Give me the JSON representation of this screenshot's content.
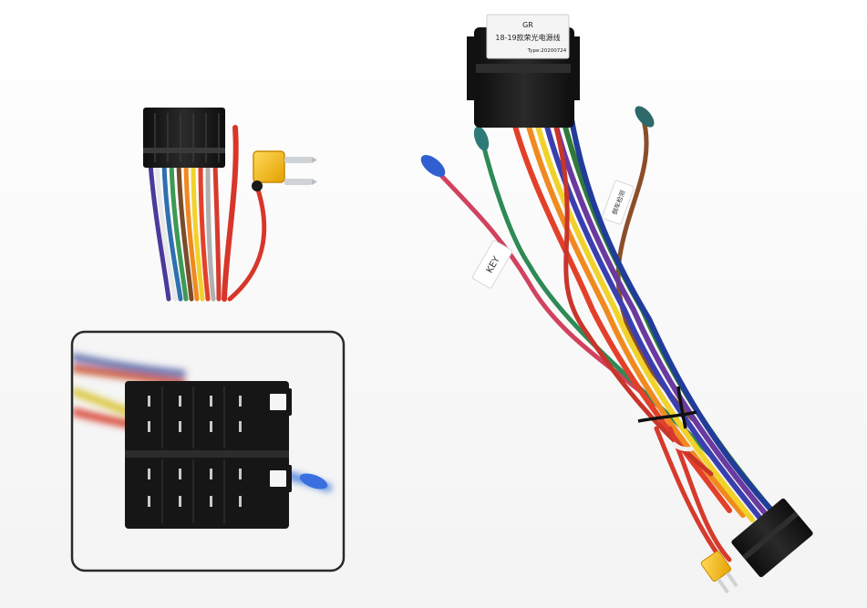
{
  "photo": {
    "subject": "car-stereo-wiring-harness",
    "background_color": "#fafafa",
    "connector_color": "#141414",
    "fuse_color": "#f2b500",
    "inset_border_color": "#2a2a2a"
  },
  "header_label": {
    "line1": "GR",
    "line2": "18-19款荣光电源线",
    "line3": "Type:20200724"
  },
  "key_tag": {
    "text": "KEY"
  },
  "side_tag": {
    "text": "倒车检测"
  }
}
